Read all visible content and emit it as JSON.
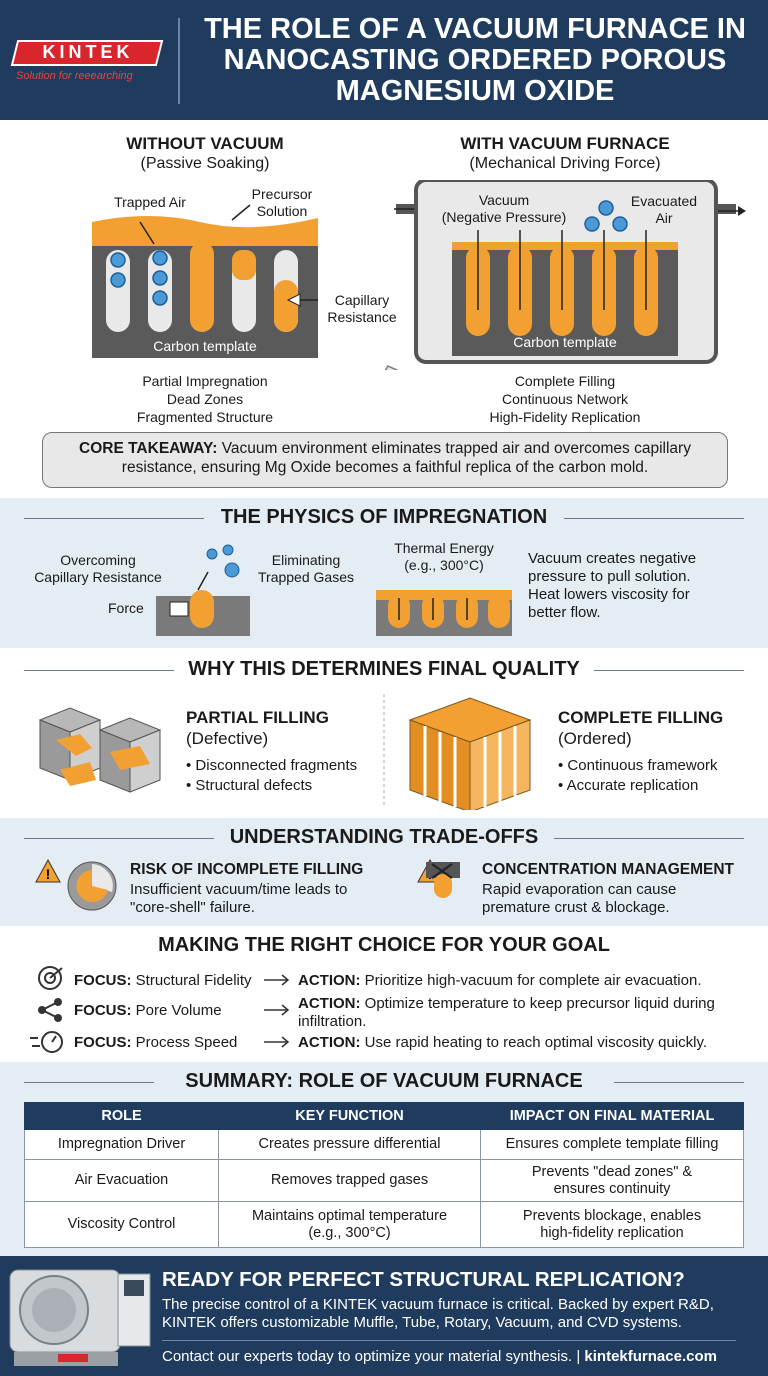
{
  "header": {
    "logo": "KINTEK",
    "tagline": "Solution for reeearching",
    "title_lines": [
      "THE ROLE OF A VACUUM FURNACE IN",
      "NANOCASTING ORDERED POROUS",
      "MAGNESIUM OXIDE"
    ]
  },
  "comparison": {
    "left": {
      "title": "WITHOUT VACUUM",
      "subtitle": "(Passive Soaking)",
      "label_trapped": "Trapped Air",
      "label_precursor": [
        "Precursor",
        "Solution"
      ],
      "label_capillary": [
        "Capillary",
        "Resistance"
      ],
      "label_template": "Carbon template",
      "results": [
        "Partial Impregnation",
        "Dead Zones",
        "Fragmented Structure"
      ]
    },
    "right": {
      "title": "WITH VACUUM FURNACE",
      "subtitle": "(Mechanical Driving Force)",
      "label_vacuum": [
        "Vacuum",
        "(Negative Pressure)"
      ],
      "label_evacuated": [
        "Evacuated",
        "Air"
      ],
      "label_template": "Carbon template",
      "results": [
        "Complete Filling",
        "Continuous Network",
        "High-Fidelity Replication"
      ]
    },
    "takeaway_bold": "CORE TAKEAWAY:",
    "takeaway_line1": " Vacuum environment eliminates trapped air and overcomes capillary",
    "takeaway_line2": "resistance, ensuring Mg Oxide becomes a faithful replica of the carbon mold."
  },
  "physics": {
    "title": "THE PHYSICS OF IMPREGNATION",
    "label_overcoming": [
      "Overcoming",
      "Capillary Resistance"
    ],
    "label_eliminating": [
      "Eliminating",
      "Trapped Gases"
    ],
    "label_force": "Force",
    "label_thermal": [
      "Thermal Energy",
      "(e.g., 300°C)"
    ],
    "description": [
      "Vacuum creates negative",
      "pressure to pull solution.",
      "Heat lowers viscosity for",
      "better flow."
    ]
  },
  "quality": {
    "title": "WHY THIS DETERMINES FINAL QUALITY",
    "partial_title": "PARTIAL FILLING",
    "partial_sub": "(Defective)",
    "partial_bullets": [
      "Disconnected fragments",
      "Structural defects"
    ],
    "complete_title": "COMPLETE FILLING",
    "complete_sub": "(Ordered)",
    "complete_bullets": [
      "Continuous framework",
      "Accurate replication"
    ]
  },
  "tradeoffs": {
    "title": "UNDERSTANDING TRADE-OFFS",
    "risk_title": "RISK OF INCOMPLETE FILLING",
    "risk_text": [
      "Insufficient vacuum/time leads to",
      "\"core-shell\" failure."
    ],
    "conc_title": "CONCENTRATION MANAGEMENT",
    "conc_text": [
      "Rapid evaporation can cause",
      "premature crust & blockage."
    ]
  },
  "choice": {
    "title": "MAKING THE RIGHT CHOICE FOR YOUR GOAL",
    "rows": [
      {
        "focus_label": "FOCUS:",
        "focus": " Structural Fidelity",
        "action_label": "ACTION:",
        "action": " Prioritize high-vacuum for complete air evacuation.",
        "action2": ""
      },
      {
        "focus_label": "FOCUS:",
        "focus": " Pore Volume",
        "action_label": "ACTION:",
        "action": " Optimize temperature to keep precursor liquid during",
        "action2": "infiltration."
      },
      {
        "focus_label": "FOCUS:",
        "focus": " Process Speed",
        "action_label": "ACTION:",
        "action": " Use rapid heating to reach optimal viscosity quickly.",
        "action2": ""
      }
    ]
  },
  "summary": {
    "title": "SUMMARY: ROLE OF VACUUM FURNACE",
    "headers": [
      "ROLE",
      "KEY FUNCTION",
      "IMPACT ON FINAL MATERIAL"
    ],
    "rows": [
      {
        "role": "Impregnation Driver",
        "f1": "Creates pressure differential",
        "f2": "",
        "i1": "Ensures complete template filling",
        "i2": ""
      },
      {
        "role": "Air Evacuation",
        "f1": "Removes trapped gases",
        "f2": "",
        "i1": "Prevents \"dead zones\" &",
        "i2": "ensures continuity"
      },
      {
        "role": "Viscosity Control",
        "f1": "Maintains optimal temperature",
        "f2": "(e.g., 300°C)",
        "i1": "Prevents blockage, enables",
        "i2": "high-fidelity replication"
      }
    ]
  },
  "footer": {
    "title": "READY FOR PERFECT STRUCTURAL REPLICATION?",
    "text1": "The precise control of a KINTEK vacuum furnace is critical. Backed by expert R&D,",
    "text2": "KINTEK offers customizable Muffle, Tube, Rotary, Vacuum, and CVD systems.",
    "contact": "Contact our experts today to optimize your material synthesis. | ",
    "url": "kintekfurnace.com"
  },
  "colors": {
    "navy": "#1f3b5e",
    "orange": "#f2a032",
    "accent_red": "#d9262c",
    "gray_template": "#5a5a5a",
    "light_band": "#e4ecf4"
  }
}
